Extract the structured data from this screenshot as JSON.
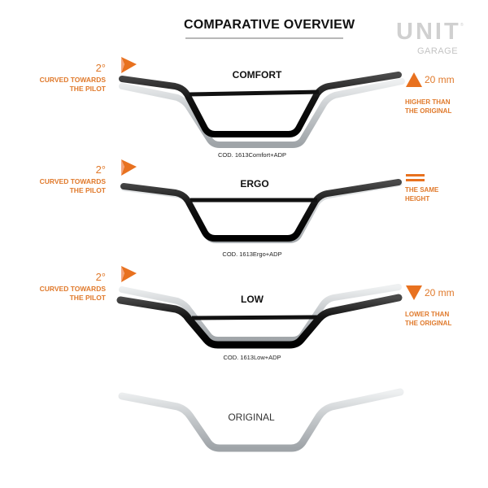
{
  "header": {
    "title": "COMPARATIVE OVERVIEW",
    "logo_main": "UNIT",
    "logo_reg": "®",
    "logo_sub": "GARAGE"
  },
  "colors": {
    "accent": "#e8711f",
    "accent_text": "#e07a2c",
    "black_bar": "#151515",
    "silver_bar": "#c9cdd0"
  },
  "variants": [
    {
      "name": "COMFORT",
      "code": "COD. 1613Comfort+ADP",
      "angle": "2°",
      "angle_desc_line1": "CURVED TOWARDS",
      "angle_desc_line2": "THE PILOT",
      "height_icon": "triangle-up-icon",
      "height_value": "20 mm",
      "height_desc_line1": "HIGHER  THAN",
      "height_desc_line2": "THE ORIGINAL"
    },
    {
      "name": "ERGO",
      "code": "COD. 1613Ergo+ADP",
      "angle": "2°",
      "angle_desc_line1": "CURVED TOWARDS",
      "angle_desc_line2": "THE PILOT",
      "height_icon": "equals-icon",
      "height_value": "",
      "height_desc_line1": "THE SAME",
      "height_desc_line2": "HEIGHT"
    },
    {
      "name": "LOW",
      "code": "COD. 1613Low+ADP",
      "angle": "2°",
      "angle_desc_line1": "CURVED TOWARDS",
      "angle_desc_line2": "THE PILOT",
      "height_icon": "triangle-down-icon",
      "height_value": "20 mm",
      "height_desc_line1": "LOWER THAN",
      "height_desc_line2": "THE ORIGINAL"
    }
  ],
  "original": {
    "name": "ORIGINAL"
  }
}
